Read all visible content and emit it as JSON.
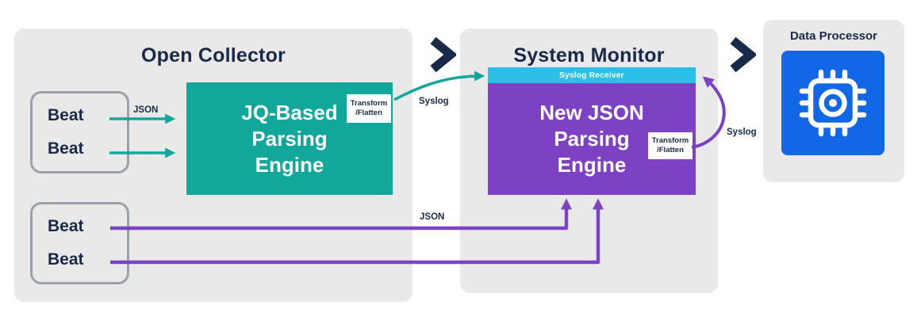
{
  "open_collector": {
    "title": "Open Collector",
    "beats_top": [
      "Beat",
      "Beat"
    ],
    "beats_bottom": [
      "Beat",
      "Beat"
    ],
    "engine_label": "JQ-Based\nParsing\nEngine",
    "badge_label": "Transform\n/Flatten"
  },
  "system_monitor": {
    "title": "System Monitor",
    "receiver_label": "Syslog Receiver",
    "engine_label": "New JSON\nParsing\nEngine",
    "badge_label": "Transform\n/Flatten"
  },
  "data_processor": {
    "title": "Data Processor",
    "icon": "cpu-chip-icon"
  },
  "labels": {
    "json_top": "JSON",
    "syslog_top": "Syslog",
    "json_bottom": "JSON",
    "syslog_loop": "Syslog"
  },
  "colors": {
    "teal": "#12A79B",
    "purple": "#7D41C4",
    "cyan": "#2BC0E8",
    "blue": "#1167E6",
    "navy": "#182A47",
    "panel_gray": "#E9E9E9",
    "beat_border": "#9BA1A8"
  }
}
